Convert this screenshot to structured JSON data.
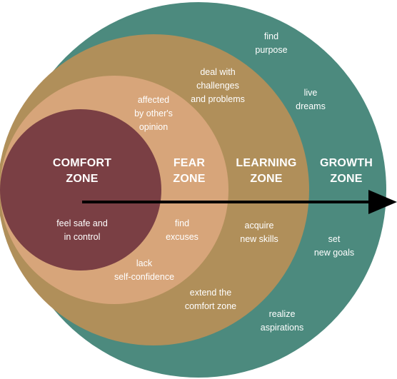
{
  "colors": {
    "growth": "#4c8a7e",
    "learning": "#b08f5a",
    "fear": "#d7a57a",
    "comfort": "#7a3f44",
    "arrow": "#000000",
    "text": "#ffffff"
  },
  "zones": {
    "comfort": {
      "title": "COMFORT\nZONE",
      "notes": [
        "feel safe and\nin control"
      ]
    },
    "fear": {
      "title": "FEAR\nZONE",
      "notes": [
        "affected\nby other's\nopinion",
        "find\nexcuses",
        "lack\nself-confidence"
      ]
    },
    "learning": {
      "title": "LEARNING\nZONE",
      "notes": [
        "deal with\nchallenges\nand problems",
        "acquire\nnew skills",
        "extend the\ncomfort zone"
      ]
    },
    "growth": {
      "title": "GROWTH\nZONE",
      "notes": [
        "find\npurpose",
        "live\ndreams",
        "set\nnew goals",
        "realize\naspirations"
      ]
    }
  }
}
